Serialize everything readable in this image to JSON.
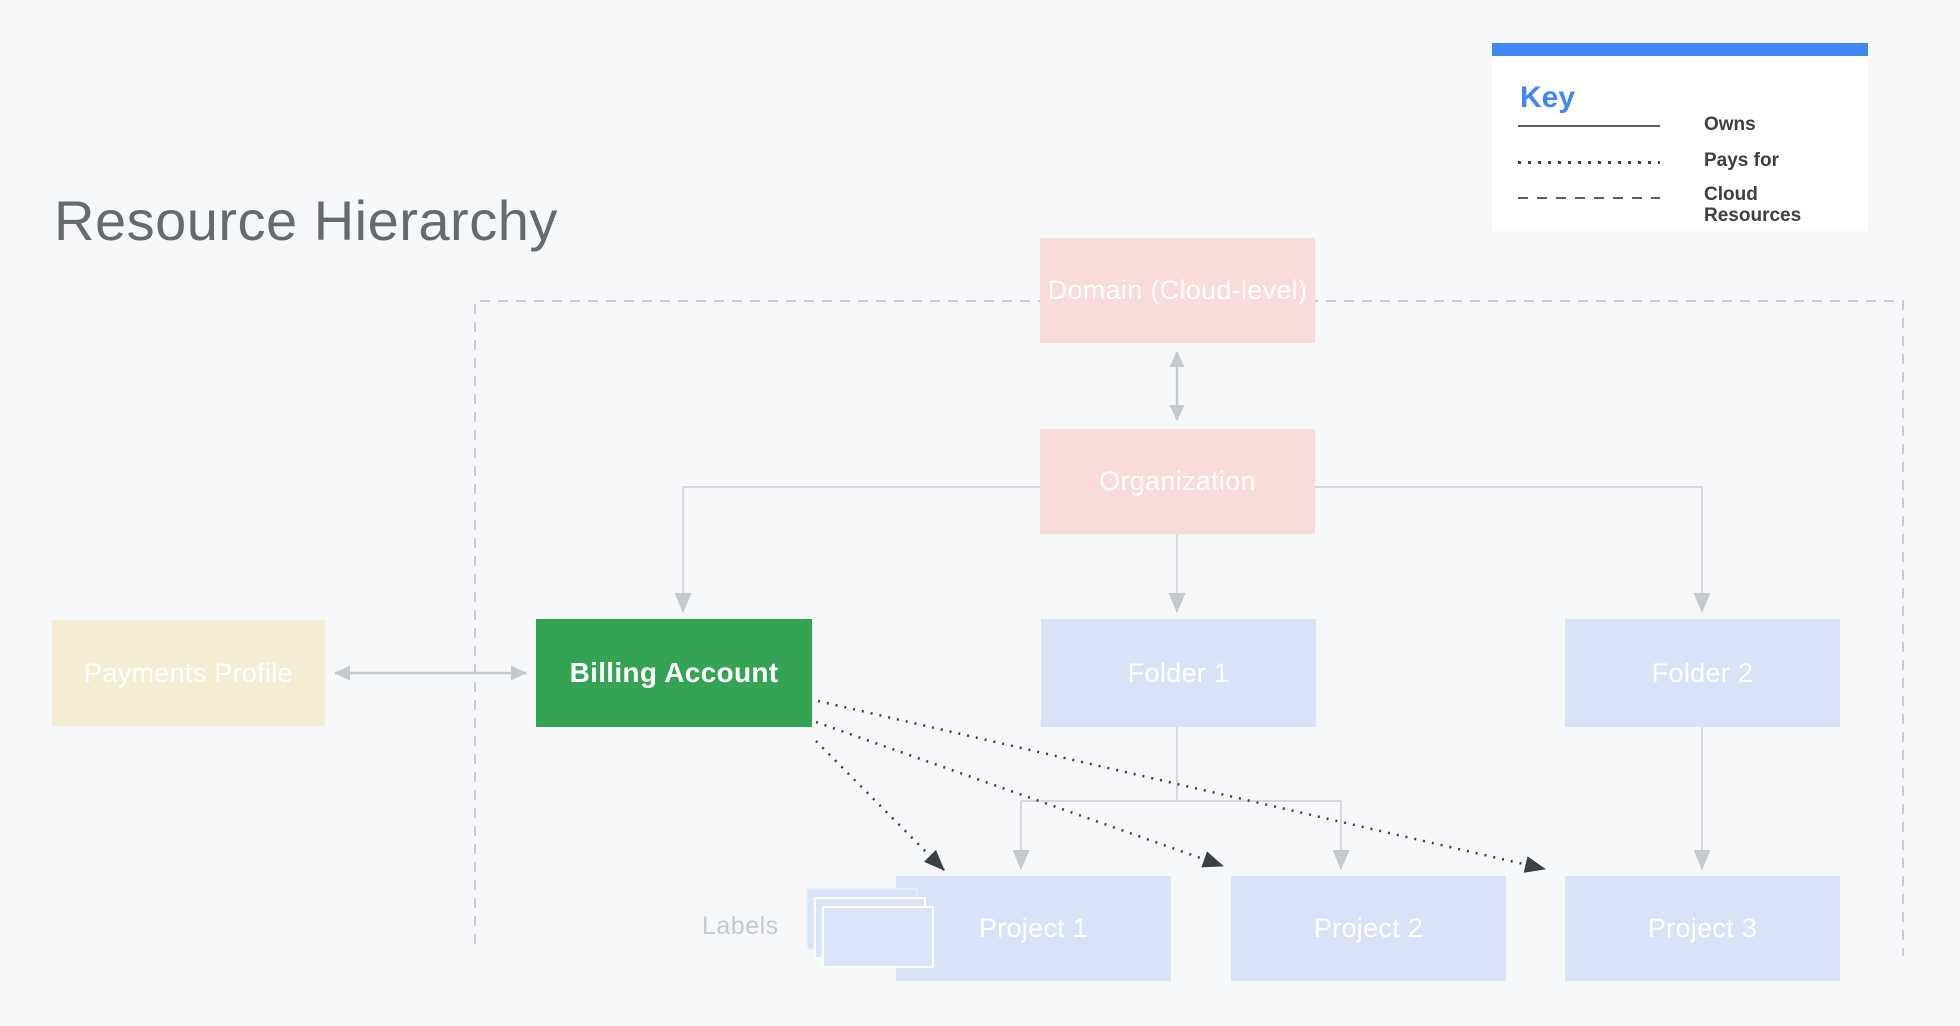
{
  "title": "Resource Hierarchy",
  "key": {
    "heading": "Key",
    "accent_color": "#4285f4",
    "items": [
      {
        "line_style": "solid",
        "label": "Owns"
      },
      {
        "line_style": "dotted",
        "label": "Pays for"
      },
      {
        "line_style": "dashed",
        "label": "Cloud Resources"
      }
    ]
  },
  "nodes": {
    "domain": {
      "label": "Domain (Cloud-level)",
      "fill": "#f9dcda"
    },
    "organization": {
      "label": "Organization",
      "fill": "#f9dcda"
    },
    "payments_profile": {
      "label": "Payments Profile",
      "fill": "#f4ecd3"
    },
    "billing_account": {
      "label": "Billing Account",
      "fill": "#34a353"
    },
    "folder1": {
      "label": "Folder 1",
      "fill": "#d9e3f8"
    },
    "folder2": {
      "label": "Folder 2",
      "fill": "#d9e3f8"
    },
    "project1": {
      "label": "Project 1",
      "fill": "#d9e3f8"
    },
    "project2": {
      "label": "Project 2",
      "fill": "#d9e3f8"
    },
    "project3": {
      "label": "Project 3",
      "fill": "#d9e3f8"
    }
  },
  "labels_caption": "Labels",
  "edges": [
    {
      "from": "domain",
      "to": "organization",
      "type": "owns-bidirectional"
    },
    {
      "from": "organization",
      "to": "billing_account",
      "type": "owns"
    },
    {
      "from": "organization",
      "to": "folder1",
      "type": "owns"
    },
    {
      "from": "organization",
      "to": "folder2",
      "type": "owns"
    },
    {
      "from": "payments_profile",
      "to": "billing_account",
      "type": "owns-bidirectional"
    },
    {
      "from": "folder1",
      "to": "project1",
      "type": "owns"
    },
    {
      "from": "folder1",
      "to": "project2",
      "type": "owns"
    },
    {
      "from": "folder2",
      "to": "project3",
      "type": "owns"
    },
    {
      "from": "billing_account",
      "to": "project1",
      "type": "pays-for"
    },
    {
      "from": "billing_account",
      "to": "project2",
      "type": "pays-for"
    },
    {
      "from": "billing_account",
      "to": "project3",
      "type": "pays-for"
    }
  ],
  "colors": {
    "background": "#f6f7f9",
    "connector_gray": "#d5d7da",
    "double_arrow_gray": "#c6c9cc",
    "dashed_boundary": "#c9cbce",
    "pays_for_dark": "#3c4044",
    "title_gray": "#66696d",
    "labels_caption_gray": "#c5c8cd",
    "key_text": "#3c4043"
  }
}
